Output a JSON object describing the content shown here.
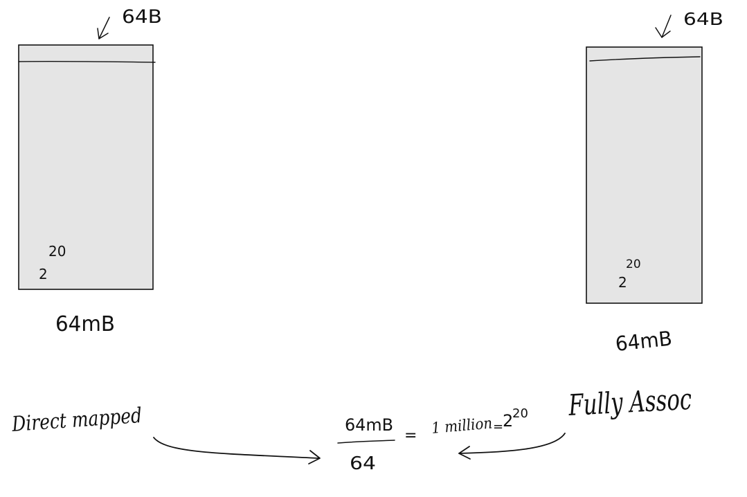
{
  "colors": {
    "ink": "#111111",
    "box_fill": "#e5e5e5",
    "background": "#ffffff"
  },
  "left_cache": {
    "line_size_label": "64B",
    "exponent_base": "2",
    "exponent_power": "20",
    "capacity_label": "64mB",
    "type_label": "Direct mapped"
  },
  "right_cache": {
    "line_size_label": "64B",
    "exponent_base": "2",
    "exponent_power": "20",
    "capacity_label": "64mB",
    "type_label": "Fully Assoc"
  },
  "calculation": {
    "numerator": "64mB",
    "denominator": "64",
    "equals": "=",
    "result_text": "1 million",
    "equals2": "=",
    "result_base": "2",
    "result_power": "20"
  }
}
